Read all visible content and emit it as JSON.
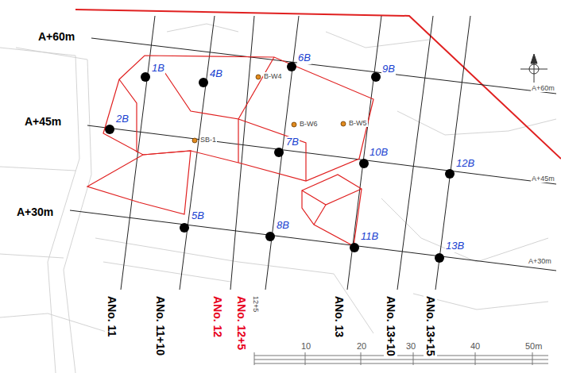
{
  "diagram": {
    "labels": [
      "A+60m",
      "1B",
      "4B",
      "B-W4",
      "6B",
      "9B",
      "A+60m",
      "2B",
      "SB-1",
      "B-W6",
      "B-W5",
      "7B",
      "10B",
      "12B",
      "A+45m",
      "A+45m",
      "A+30m",
      "5B",
      "8B",
      "11B",
      "13B",
      "A+30m",
      "12+5",
      "ANo. 11",
      "ANo. 11+10",
      "ANo. 12",
      "ANo. 12+5",
      "10",
      "ANo. 13",
      "20",
      "ANo. 13+10",
      "30",
      "ANo. 13+15",
      "40",
      "50m"
    ]
  }
}
